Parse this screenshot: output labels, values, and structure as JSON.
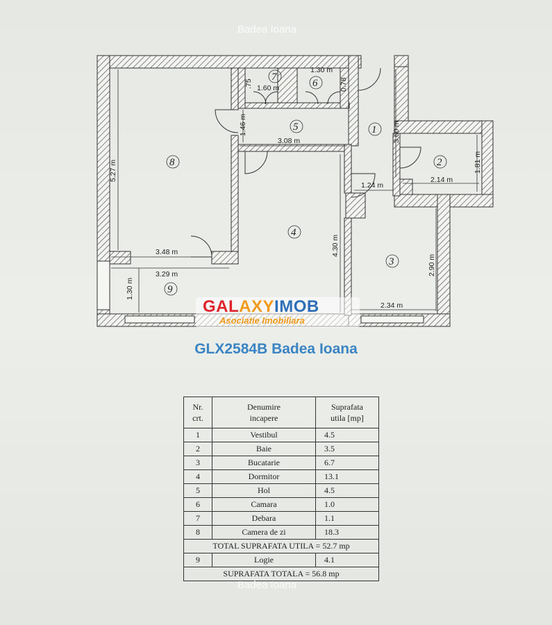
{
  "watermark": {
    "top": "Badea Ioana",
    "bottom": "Badea Ioana"
  },
  "plan": {
    "rooms": [
      {
        "num": "1"
      },
      {
        "num": "2"
      },
      {
        "num": "3"
      },
      {
        "num": "4"
      },
      {
        "num": "5"
      },
      {
        "num": "6"
      },
      {
        "num": "7"
      },
      {
        "num": "8"
      },
      {
        "num": "9"
      }
    ],
    "dimensions": {
      "d_527": "5.27 m",
      "d_348": "3.48 m",
      "d_329": "3.29 m",
      "d_130v": "1.30 m",
      "d_146": "1.46 m",
      "d_308": "3.08 m",
      "d_160": "1.60 m",
      "d_130h": "1.30 m",
      "d_175": ".75",
      "d_078": "0.78",
      "d_360": "3.60 m",
      "d_181": "1.81 m",
      "d_214": "2.14 m",
      "d_124": "1.24 m",
      "d_430": "4.30 m",
      "d_290": "2.90 m",
      "d_234": "2.34 m"
    }
  },
  "logo": {
    "part1": "GAL",
    "part2": "AXY",
    "part3": "IMOB",
    "subtitle": "Asociatie Imobiliara"
  },
  "reference": "GLX2584B Badea Ioana",
  "table": {
    "headers": {
      "nr": "Nr.\ncrt.",
      "name": "Denumire\nincapere",
      "area": "Suprafata\nutila [mp]"
    },
    "rows": [
      {
        "nr": "1",
        "name": "Vestibul",
        "area": "4.5"
      },
      {
        "nr": "2",
        "name": "Baie",
        "area": "3.5"
      },
      {
        "nr": "3",
        "name": "Bucatarie",
        "area": "6.7"
      },
      {
        "nr": "4",
        "name": "Dormitor",
        "area": "13.1"
      },
      {
        "nr": "5",
        "name": "Hol",
        "area": "4.5"
      },
      {
        "nr": "6",
        "name": "Camara",
        "area": "1.0"
      },
      {
        "nr": "7",
        "name": "Debara",
        "area": "1.1"
      },
      {
        "nr": "8",
        "name": "Camera de zi",
        "area": "18.3"
      }
    ],
    "total_utila": "TOTAL SUPRAFATA UTILA = 52.7 mp",
    "logie": {
      "nr": "9",
      "name": "Logie",
      "area": "4.1"
    },
    "total": "SUPRAFATA TOTALA = 56.8 mp"
  }
}
